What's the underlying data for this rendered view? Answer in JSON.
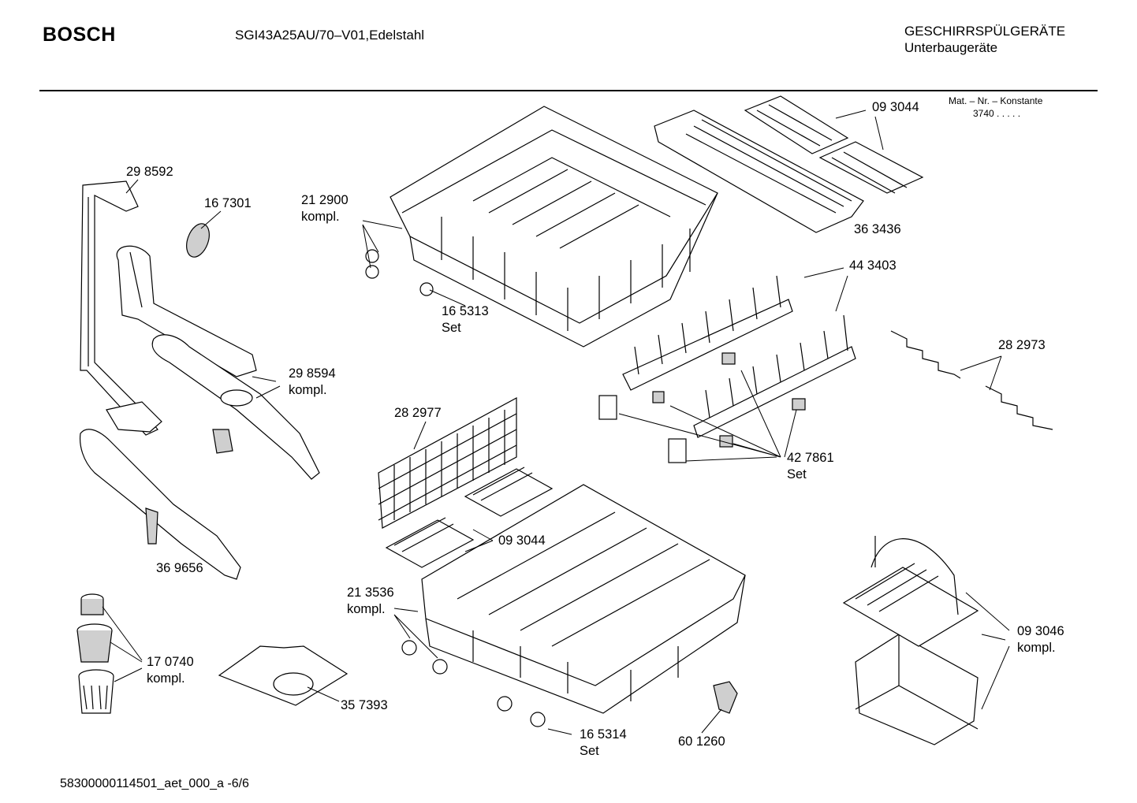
{
  "header": {
    "brand": "BOSCH",
    "model": "SGI43A25AU/70–V01,Edelstahl",
    "category_line1": "GESCHIRRSPÜLGERÄTE",
    "category_line2": "Unterbaugeräte",
    "mat_label": "Mat. – Nr. – Konstante",
    "mat_value": "3740 . . . . ."
  },
  "footer": {
    "doc_id": "58300000114501_aet_000_a    -6/6"
  },
  "parts": [
    {
      "id": "p-298592",
      "number": "29 8592",
      "sub": ""
    },
    {
      "id": "p-167301",
      "number": "16 7301",
      "sub": ""
    },
    {
      "id": "p-212900",
      "number": "21 2900",
      "sub": "kompl."
    },
    {
      "id": "p-165313",
      "number": "16 5313",
      "sub": "Set"
    },
    {
      "id": "p-093044a",
      "number": "09 3044",
      "sub": ""
    },
    {
      "id": "p-363436",
      "number": "36 3436",
      "sub": ""
    },
    {
      "id": "p-443403",
      "number": "44 3403",
      "sub": ""
    },
    {
      "id": "p-282973",
      "number": "28 2973",
      "sub": ""
    },
    {
      "id": "p-298594",
      "number": "29 8594",
      "sub": "kompl."
    },
    {
      "id": "p-282977",
      "number": "28 2977",
      "sub": ""
    },
    {
      "id": "p-427861",
      "number": "42 7861",
      "sub": "Set"
    },
    {
      "id": "p-093044b",
      "number": "09 3044",
      "sub": ""
    },
    {
      "id": "p-369656",
      "number": "36 9656",
      "sub": ""
    },
    {
      "id": "p-213536",
      "number": "21 3536",
      "sub": "kompl."
    },
    {
      "id": "p-093046",
      "number": "09 3046",
      "sub": "kompl."
    },
    {
      "id": "p-170740",
      "number": "17 0740",
      "sub": "kompl."
    },
    {
      "id": "p-357393",
      "number": "35 7393",
      "sub": ""
    },
    {
      "id": "p-165314",
      "number": "16 5314",
      "sub": "Set"
    },
    {
      "id": "p-601260",
      "number": "60 1260",
      "sub": ""
    }
  ]
}
